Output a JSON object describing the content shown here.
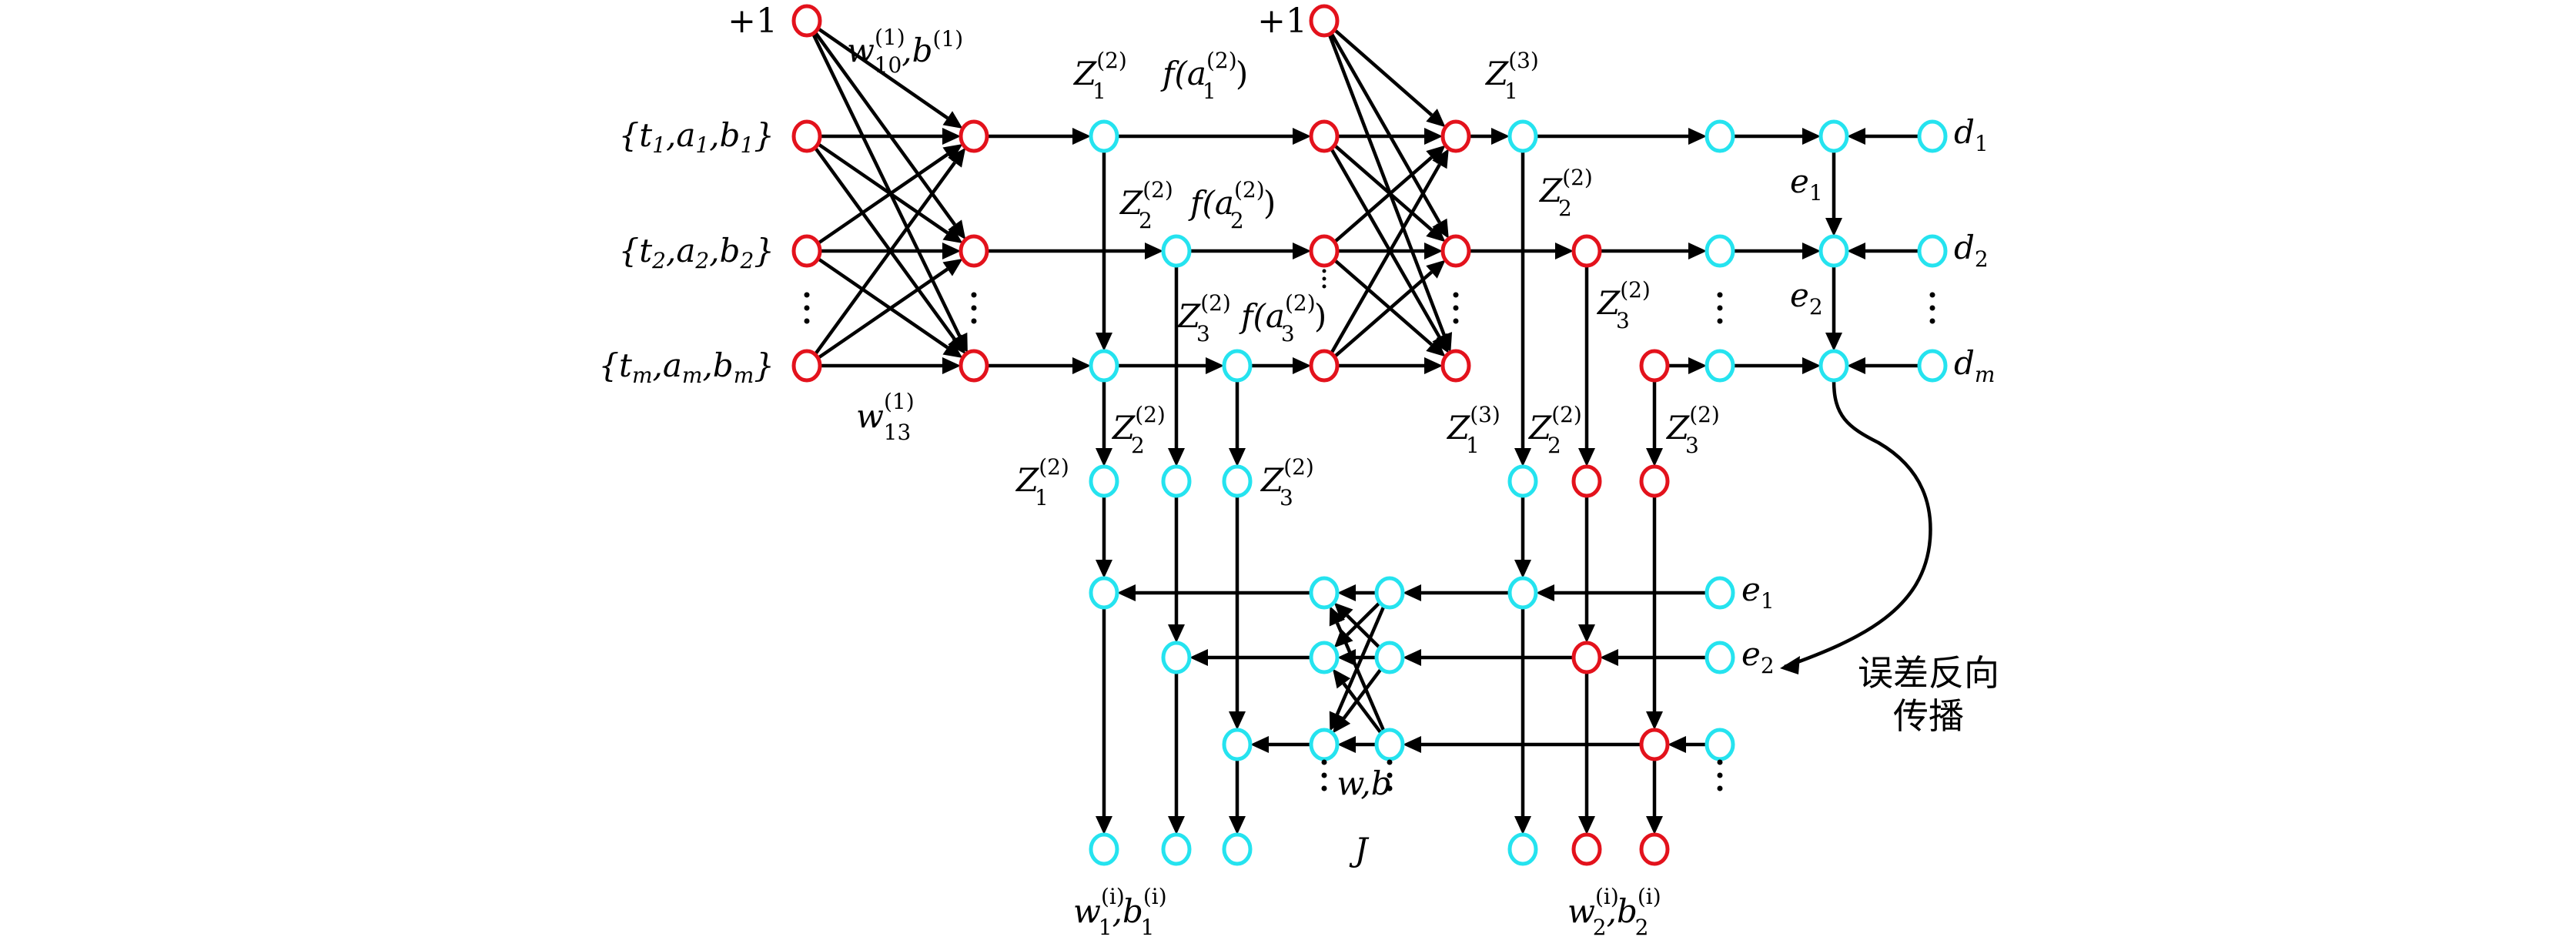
{
  "title": "BP neural network forward propagation and error back-propagation diagram",
  "colors": {
    "red_node": "#e3121c",
    "cyan_node": "#25e3ef",
    "edge": "#000000"
  },
  "nodes": [
    {
      "id": "in_bias",
      "color": "red"
    },
    {
      "id": "in_1",
      "color": "red"
    },
    {
      "id": "in_2",
      "color": "red"
    },
    {
      "id": "in_m",
      "color": "red"
    },
    {
      "id": "h1_1",
      "color": "red"
    },
    {
      "id": "h1_2",
      "color": "red"
    },
    {
      "id": "h1_m",
      "color": "red"
    },
    {
      "id": "z1_r1",
      "color": "cyan"
    },
    {
      "id": "z1_r3",
      "color": "cyan"
    },
    {
      "id": "z2_r2",
      "color": "cyan"
    },
    {
      "id": "z3_r3",
      "color": "cyan"
    },
    {
      "id": "h2_bias",
      "color": "red"
    },
    {
      "id": "h2_1",
      "color": "red"
    },
    {
      "id": "h2_2",
      "color": "red"
    },
    {
      "id": "h2_m",
      "color": "red"
    },
    {
      "id": "o_1",
      "color": "red"
    },
    {
      "id": "o_2",
      "color": "red"
    },
    {
      "id": "o_m",
      "color": "red"
    },
    {
      "id": "z31_r1",
      "color": "cyan"
    },
    {
      "id": "z22_r2",
      "color": "red"
    },
    {
      "id": "z23_r3",
      "color": "red"
    },
    {
      "id": "y_1",
      "color": "cyan"
    },
    {
      "id": "y_2",
      "color": "cyan"
    },
    {
      "id": "y_m",
      "color": "cyan"
    },
    {
      "id": "err_1",
      "color": "cyan"
    },
    {
      "id": "err_2",
      "color": "cyan"
    },
    {
      "id": "err_m",
      "color": "cyan"
    },
    {
      "id": "d_1",
      "color": "cyan"
    },
    {
      "id": "d_2",
      "color": "cyan"
    },
    {
      "id": "d_m",
      "color": "cyan"
    },
    {
      "id": "lz1",
      "color": "cyan"
    },
    {
      "id": "lz2",
      "color": "cyan"
    },
    {
      "id": "lz3",
      "color": "cyan"
    },
    {
      "id": "rz1",
      "color": "cyan"
    },
    {
      "id": "rz2",
      "color": "red"
    },
    {
      "id": "rz3",
      "color": "red"
    },
    {
      "id": "b_l1",
      "color": "cyan"
    },
    {
      "id": "b_l2",
      "color": "cyan"
    },
    {
      "id": "b_l3",
      "color": "cyan"
    },
    {
      "id": "wb_a1",
      "color": "cyan"
    },
    {
      "id": "wb_a2",
      "color": "cyan"
    },
    {
      "id": "wb_am",
      "color": "cyan"
    },
    {
      "id": "wb_b1",
      "color": "cyan"
    },
    {
      "id": "wb_b2",
      "color": "cyan"
    },
    {
      "id": "wb_bm",
      "color": "cyan"
    },
    {
      "id": "b_r1",
      "color": "cyan"
    },
    {
      "id": "b_r2",
      "color": "red"
    },
    {
      "id": "b_r3",
      "color": "red"
    },
    {
      "id": "e_in1",
      "color": "cyan"
    },
    {
      "id": "e_in2",
      "color": "cyan"
    },
    {
      "id": "e_inm",
      "color": "cyan"
    },
    {
      "id": "out_l1",
      "color": "cyan"
    },
    {
      "id": "out_l2",
      "color": "cyan"
    },
    {
      "id": "out_l3",
      "color": "cyan"
    },
    {
      "id": "out_r1",
      "color": "cyan"
    },
    {
      "id": "out_r2",
      "color": "red"
    },
    {
      "id": "out_r3",
      "color": "red"
    }
  ],
  "edges": [
    [
      "in_bias",
      "h1_1"
    ],
    [
      "in_bias",
      "h1_2"
    ],
    [
      "in_bias",
      "h1_m"
    ],
    [
      "in_1",
      "h1_1"
    ],
    [
      "in_1",
      "h1_2"
    ],
    [
      "in_1",
      "h1_m"
    ],
    [
      "in_2",
      "h1_1"
    ],
    [
      "in_2",
      "h1_2"
    ],
    [
      "in_2",
      "h1_m"
    ],
    [
      "in_m",
      "h1_1"
    ],
    [
      "in_m",
      "h1_2"
    ],
    [
      "in_m",
      "h1_m"
    ],
    [
      "h1_1",
      "z1_r1"
    ],
    [
      "z1_r1",
      "h2_1"
    ],
    [
      "h1_2",
      "z2_r2"
    ],
    [
      "z2_r2",
      "h2_2"
    ],
    [
      "h1_m",
      "z1_r3"
    ],
    [
      "z1_r3",
      "z3_r3"
    ],
    [
      "z3_r3",
      "h2_m"
    ],
    [
      "z1_r1",
      "z1_r3"
    ],
    [
      "h2_bias",
      "o_1"
    ],
    [
      "h2_bias",
      "o_2"
    ],
    [
      "h2_bias",
      "o_m"
    ],
    [
      "h2_1",
      "o_1"
    ],
    [
      "h2_1",
      "o_2"
    ],
    [
      "h2_1",
      "o_m"
    ],
    [
      "h2_2",
      "o_1"
    ],
    [
      "h2_2",
      "o_2"
    ],
    [
      "h2_2",
      "o_m"
    ],
    [
      "h2_m",
      "o_1"
    ],
    [
      "h2_m",
      "o_2"
    ],
    [
      "h2_m",
      "o_m"
    ],
    [
      "o_1",
      "z31_r1"
    ],
    [
      "z31_r1",
      "y_1"
    ],
    [
      "y_1",
      "err_1"
    ],
    [
      "d_1",
      "err_1"
    ],
    [
      "o_2",
      "z22_r2"
    ],
    [
      "z22_r2",
      "y_2"
    ],
    [
      "y_2",
      "err_2"
    ],
    [
      "d_2",
      "err_2"
    ],
    [
      "z23_r3",
      "y_m"
    ],
    [
      "y_m",
      "err_m"
    ],
    [
      "d_m",
      "err_m"
    ],
    [
      "err_1",
      "err_2"
    ],
    [
      "err_2",
      "err_m"
    ],
    [
      "z1_r3",
      "lz1"
    ],
    [
      "z2_r2",
      "lz2"
    ],
    [
      "z3_r3",
      "lz3"
    ],
    [
      "z31_r1",
      "rz1"
    ],
    [
      "z22_r2",
      "rz2"
    ],
    [
      "z23_r3",
      "rz3"
    ],
    [
      "lz1",
      "b_l1"
    ],
    [
      "lz2",
      "b_l2"
    ],
    [
      "lz3",
      "b_l3"
    ],
    [
      "rz1",
      "b_r1"
    ],
    [
      "rz2",
      "b_r2"
    ],
    [
      "rz3",
      "b_r3"
    ],
    [
      "b_l1",
      "out_l1"
    ],
    [
      "b_l2",
      "out_l2"
    ],
    [
      "b_l3",
      "out_l3"
    ],
    [
      "b_r1",
      "out_r1"
    ],
    [
      "b_r2",
      "out_r2"
    ],
    [
      "b_r3",
      "out_r3"
    ],
    [
      "e_in1",
      "b_r1"
    ],
    [
      "e_in2",
      "b_r2"
    ],
    [
      "e_inm",
      "b_r3"
    ],
    [
      "b_r1",
      "wb_b1"
    ],
    [
      "b_r2",
      "wb_b2"
    ],
    [
      "b_r3",
      "wb_bm"
    ],
    [
      "wb_b1",
      "wb_a1"
    ],
    [
      "wb_b2",
      "wb_a2"
    ],
    [
      "wb_bm",
      "wb_am"
    ],
    [
      "wb_b1",
      "wb_a2"
    ],
    [
      "wb_b1",
      "wb_am"
    ],
    [
      "wb_b2",
      "wb_a1"
    ],
    [
      "wb_b2",
      "wb_am"
    ],
    [
      "wb_bm",
      "wb_a1"
    ],
    [
      "wb_bm",
      "wb_a2"
    ],
    [
      "wb_a1",
      "b_l1"
    ],
    [
      "wb_a2",
      "b_l2"
    ],
    [
      "wb_am",
      "b_l3"
    ]
  ],
  "labels": {
    "bias1": "+1",
    "bias2": "+1",
    "in1": {
      "pre": "{t",
      "s1": "1",
      "m1": ",a",
      "s2": "1",
      "m2": ",b",
      "s3": "1",
      "post": "}"
    },
    "in2": {
      "pre": "{t",
      "s1": "2",
      "m1": ",a",
      "s2": "2",
      "m2": ",b",
      "s3": "2",
      "post": "}"
    },
    "inm": {
      "pre": "{t",
      "s1": "m",
      "m1": ",a",
      "s2": "m",
      "m2": ",b",
      "s3": "m",
      "post": "}"
    },
    "w10": {
      "base": "w",
      "sup": "(1)",
      "sub": "10",
      "rest": ",b",
      "rest_sup": "(1)"
    },
    "w13": {
      "base": "w",
      "sup": "(1)",
      "sub": "13"
    },
    "Z12_top": {
      "base": "Z",
      "sup": "(2)",
      "sub": "1"
    },
    "fa1": {
      "pre": "f(a",
      "sup": "(2)",
      "sub": "1",
      "post": ")"
    },
    "Z22_mid": {
      "base": "Z",
      "sup": "(2)",
      "sub": "2"
    },
    "fa2": {
      "pre": "f(a",
      "sup": "(2)",
      "sub": "2",
      "post": ")"
    },
    "Z32_mid": {
      "base": "Z",
      "sup": "(2)",
      "sub": "3"
    },
    "fa3": {
      "pre": "f(a",
      "sup": "(2)",
      "sub": "3",
      "post": ")"
    },
    "Z13_top": {
      "base": "Z",
      "sup": "(3)",
      "sub": "1"
    },
    "Z22_right": {
      "base": "Z",
      "sup": "(2)",
      "sub": "2"
    },
    "Z32_right": {
      "base": "Z",
      "sup": "(2)",
      "sub": "3"
    },
    "d1": {
      "base": "d",
      "sub": "1"
    },
    "d2": {
      "base": "d",
      "sub": "2"
    },
    "dm": {
      "base": "d",
      "sub": "m"
    },
    "e1_top": {
      "base": "e",
      "sub": "1"
    },
    "e2_top": {
      "base": "e",
      "sub": "2"
    },
    "Z22_low_left": {
      "base": "Z",
      "sup": "(2)",
      "sub": "2"
    },
    "Z12_low_left": {
      "base": "Z",
      "sup": "(2)",
      "sub": "1"
    },
    "Z32_low_left": {
      "base": "Z",
      "sup": "(2)",
      "sub": "3"
    },
    "Z13_low_right": {
      "base": "Z",
      "sup": "(3)",
      "sub": "1"
    },
    "Z22_low_right": {
      "base": "Z",
      "sup": "(2)",
      "sub": "2"
    },
    "Z32_low_right": {
      "base": "Z",
      "sup": "(2)",
      "sub": "3"
    },
    "e1_bottom": {
      "base": "e",
      "sub": "1"
    },
    "e2_bottom": {
      "base": "e",
      "sub": "2"
    },
    "wb": "w,b",
    "J": "J",
    "w1b1": {
      "base": "w",
      "sup": "(i)",
      "sub": "1",
      "rest": ",b",
      "rest_sup": "(i)",
      "rest_sub": "1"
    },
    "w2b2": {
      "base": "w",
      "sup": "(i)",
      "sub": "2",
      "rest": ",b",
      "rest_sup": "(i)",
      "rest_sub": "2"
    },
    "backprop_line1": "误差反向",
    "backprop_line2": "传播",
    "ellipsis": "⋮"
  }
}
